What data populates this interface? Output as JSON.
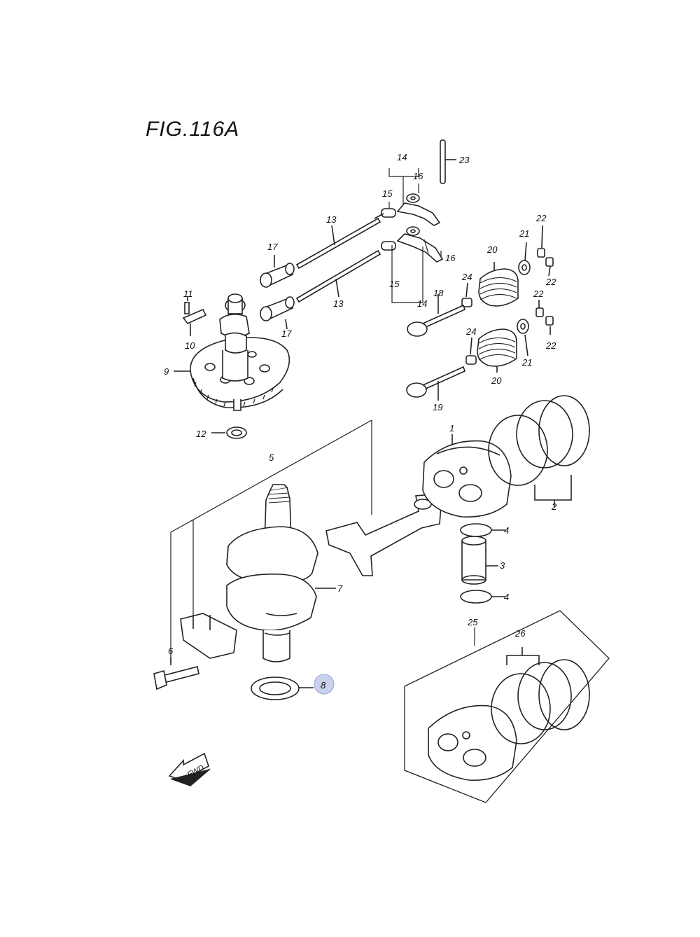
{
  "figure": {
    "title": "FIG.116A"
  },
  "direction_marker": {
    "label": "FWD"
  },
  "highlight_color": "#c9d2ec",
  "callouts": {
    "c1": "1",
    "c2": "2",
    "c3": "3",
    "c4a": "4",
    "c4b": "4",
    "c5": "5",
    "c6": "6",
    "c7": "7",
    "c8": "8",
    "c9": "9",
    "c10": "10",
    "c11": "11",
    "c12": "12",
    "c13a": "13",
    "c13b": "13",
    "c14a": "14",
    "c14b": "14",
    "c15a": "15",
    "c15b": "15",
    "c16a": "16",
    "c16b": "16",
    "c17a": "17",
    "c17b": "17",
    "c18": "18",
    "c19": "19",
    "c20a": "20",
    "c20b": "20",
    "c21a": "21",
    "c21b": "21",
    "c22a": "22",
    "c22b": "22",
    "c22c": "22",
    "c22d": "22",
    "c23": "23",
    "c24a": "24",
    "c24b": "24",
    "c25": "25",
    "c26": "26"
  },
  "highlighted_part": "8"
}
